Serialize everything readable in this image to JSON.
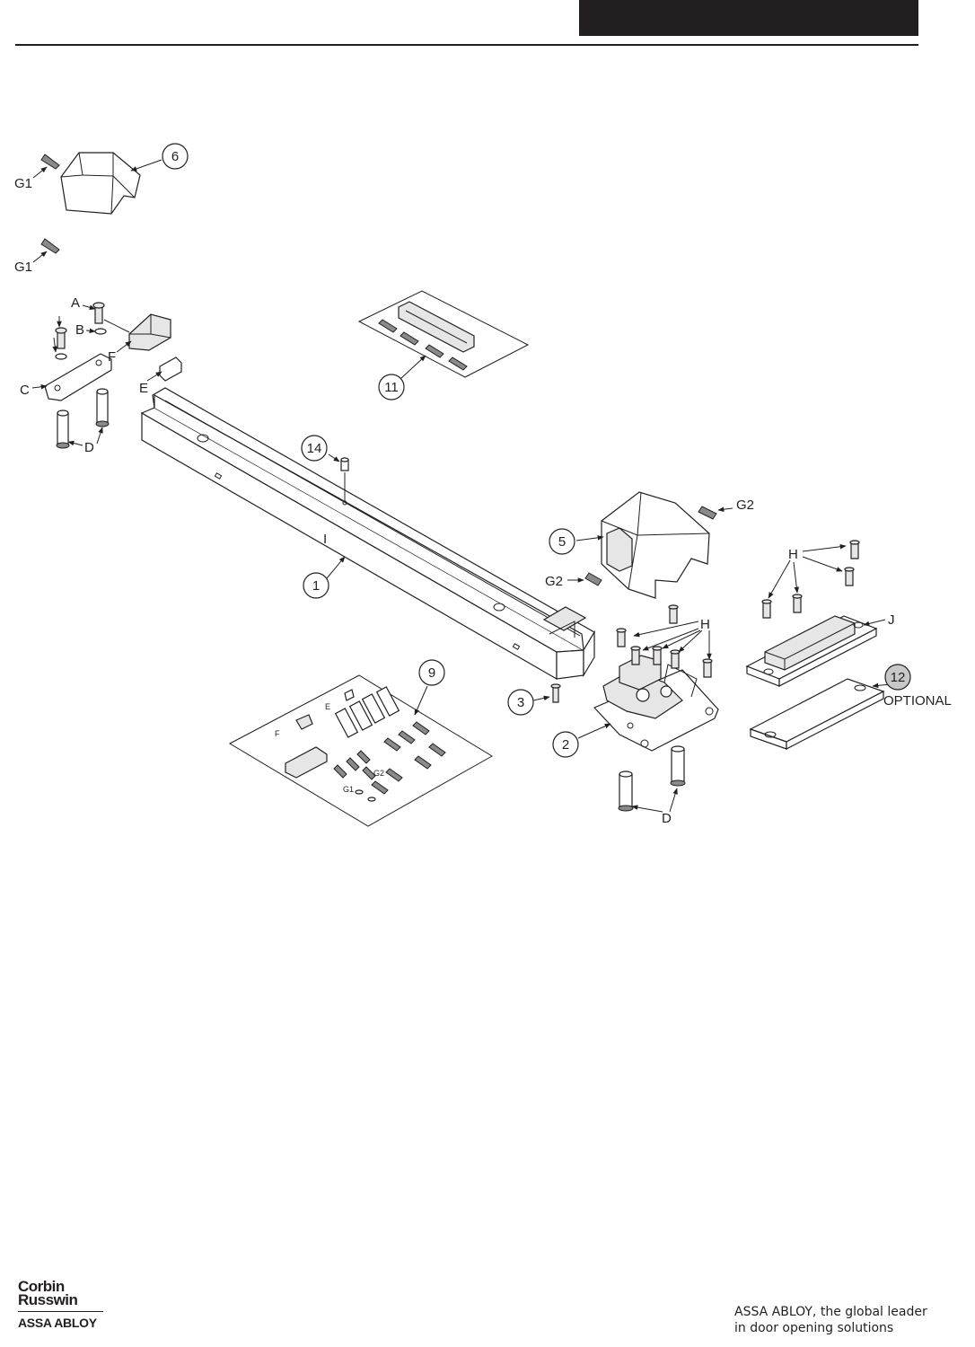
{
  "callouts": {
    "c1": "1",
    "c2": "2",
    "c3": "3",
    "c5": "5",
    "c6": "6",
    "c9": "9",
    "c11": "11",
    "c12": "12",
    "c14": "14"
  },
  "letters": {
    "A": "A",
    "B": "B",
    "C": "C",
    "D": "D",
    "E": "E",
    "F": "F",
    "G1": "G1",
    "G2": "G2",
    "H": "H",
    "J": "J",
    "I": "I"
  },
  "optional_label": "OPTIONAL",
  "brand": {
    "logo_line1": "Corbin",
    "logo_line2": "Russwin",
    "logo_assa": "ASSA ABLOY"
  },
  "tagline": {
    "line1": "ASSA ABLOY, the global leader",
    "line2": "in door opening solutions"
  },
  "colors": {
    "ink": "#231f20",
    "optional_fill": "#c8c8c8"
  }
}
